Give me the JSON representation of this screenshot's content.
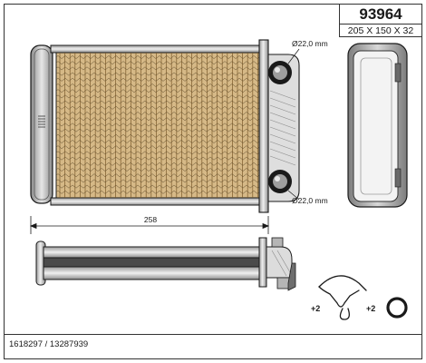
{
  "header": {
    "part_number": "93964",
    "dimensions": "205 X 150 X 32"
  },
  "front_view": {
    "top_pipe_label": "Ø22,0 mm",
    "bottom_pipe_label": "Ø22,0 mm"
  },
  "top_view": {
    "length_label": "258"
  },
  "accessories": {
    "clip_quantity": "+2",
    "oring_quantity": "+2"
  },
  "footer": {
    "oem_numbers": "1618297 / 13287939"
  },
  "colors": {
    "frame": "#333333",
    "outline": "#1a1a1a",
    "metal_light": "#e0e0e0",
    "metal_mid": "#a9a9a9",
    "metal_dark": "#777777",
    "fin": "#c9a874",
    "fin_dark": "#8b6a35",
    "pipe_ring": "#1a1a1a"
  }
}
